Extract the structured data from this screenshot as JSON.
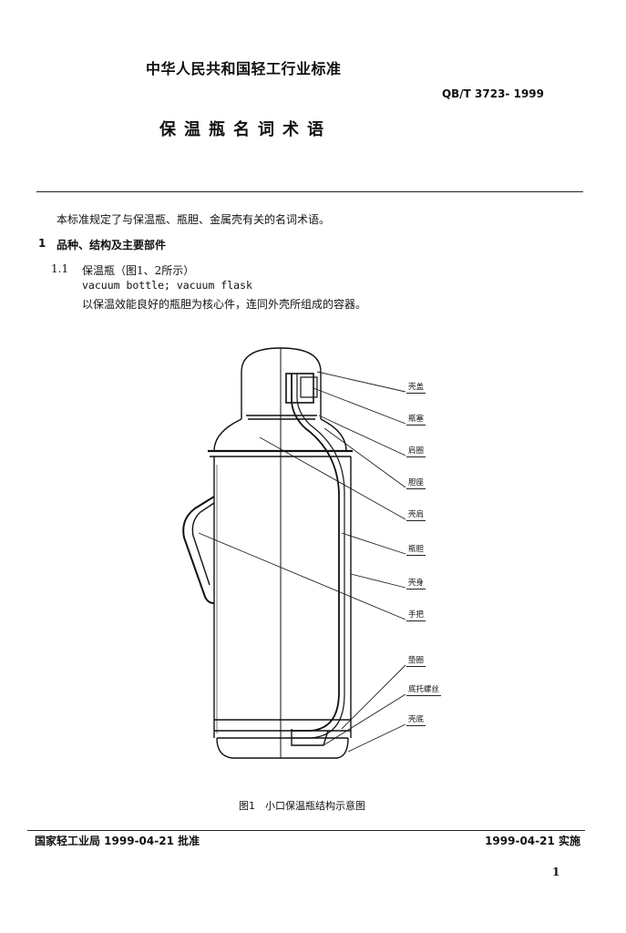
{
  "header": {
    "org_title": "中华人民共和国轻工行业标准",
    "std_code": "QB/T 3723- 1999",
    "std_title": "保温瓶名词术语"
  },
  "body": {
    "intro": "本标准规定了与保温瓶、瓶胆、金属壳有关的名词术语。",
    "section1": {
      "number": "1",
      "title": "品种、结构及主要部件"
    },
    "subsection": {
      "number": "1.1",
      "title": "保温瓶（图1、2所示）",
      "english": "vacuum bottle; vacuum flask",
      "definition": "以保温效能良好的瓶胆为核心件，连同外壳所组成的容器。"
    }
  },
  "figure": {
    "labels": [
      "壳盖",
      "瓶塞",
      "肩圈",
      "胆座",
      "壳肩",
      "瓶胆",
      "壳身",
      "手把",
      "垫圈",
      "底托螺丝",
      "壳底"
    ],
    "caption": "图1　小口保温瓶结构示意图"
  },
  "footer": {
    "approve": "国家轻工业局 1999-04-21 批准",
    "implement": "1999-04-21 实施",
    "page_number": "1"
  }
}
